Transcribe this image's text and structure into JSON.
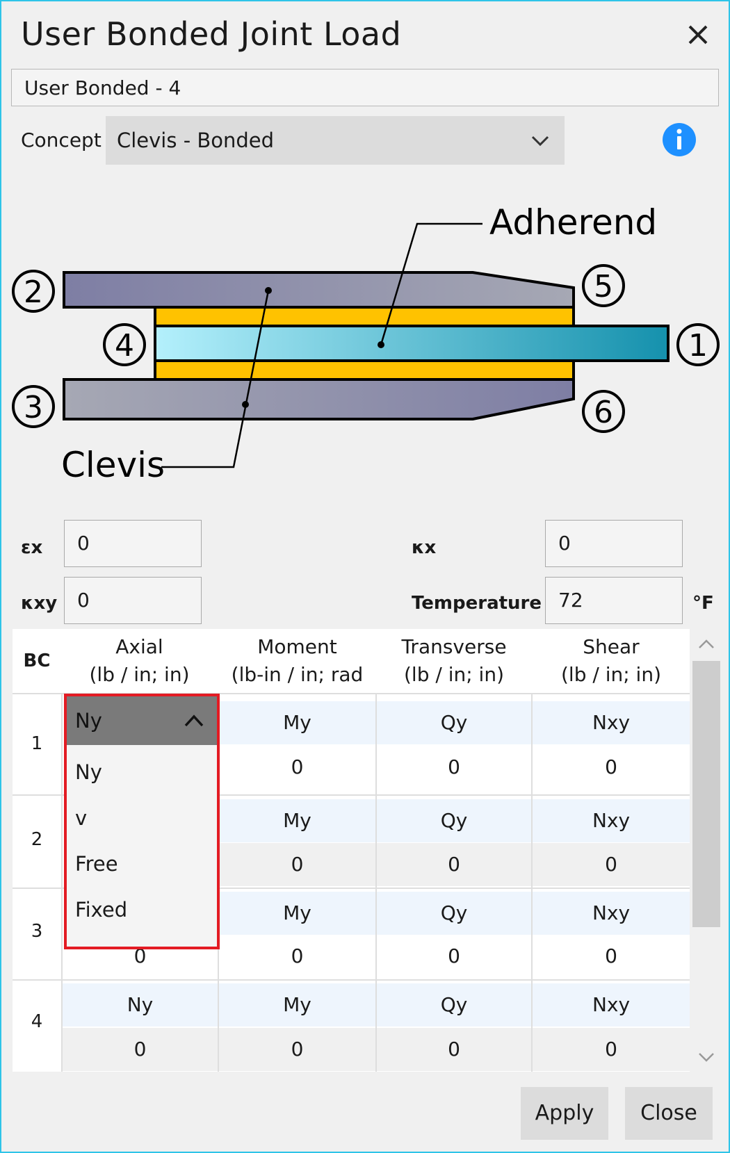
{
  "title": "User Bonded Joint Load",
  "name_value": "User Bonded - 4",
  "concept": {
    "label": "Concept",
    "value": "Clevis - Bonded"
  },
  "diagram": {
    "label_adherend": "Adherend",
    "label_clevis": "Clevis",
    "markers": [
      "1",
      "2",
      "3",
      "4",
      "5",
      "6"
    ]
  },
  "fields": {
    "ex_label": "εx",
    "ex_value": "0",
    "kx_label": "κx",
    "kx_value": "0",
    "kxy_label": "κxy",
    "kxy_value": "0",
    "temp_label": "Temperature",
    "temp_value": "72",
    "temp_unit": "°F"
  },
  "grid": {
    "headers": [
      {
        "key": "bc",
        "line1": "BC",
        "line2": ""
      },
      {
        "key": "axial",
        "line1": "Axial",
        "line2": "(lb / in; in)"
      },
      {
        "key": "moment",
        "line1": "Moment",
        "line2": "(lb-in / in; rad"
      },
      {
        "key": "transverse",
        "line1": "Transverse",
        "line2": "(lb / in; in)"
      },
      {
        "key": "shear",
        "line1": "Shear",
        "line2": "(lb / in; in)"
      }
    ],
    "rows": [
      {
        "bc": "1",
        "axial": "Ny",
        "axial_val": "",
        "moment": "My",
        "moment_val": "0",
        "transverse": "Qy",
        "transverse_val": "0",
        "shear": "Nxy",
        "shear_val": "0"
      },
      {
        "bc": "2",
        "axial": "",
        "axial_val": "",
        "moment": "My",
        "moment_val": "0",
        "transverse": "Qy",
        "transverse_val": "0",
        "shear": "Nxy",
        "shear_val": "0"
      },
      {
        "bc": "3",
        "axial": "",
        "axial_val": "0",
        "moment": "My",
        "moment_val": "0",
        "transverse": "Qy",
        "transverse_val": "0",
        "shear": "Nxy",
        "shear_val": "0"
      },
      {
        "bc": "4",
        "axial": "Ny",
        "axial_val": "0",
        "moment": "My",
        "moment_val": "0",
        "transverse": "Qy",
        "transverse_val": "0",
        "shear": "Nxy",
        "shear_val": "0"
      }
    ]
  },
  "dropdown": {
    "selected": "Ny",
    "options": [
      "Ny",
      "v",
      "Free",
      "Fixed"
    ]
  },
  "buttons": {
    "apply": "Apply",
    "close": "Close"
  },
  "colors": {
    "accent_border": "#2ec4e8",
    "highlight": "#e31b23",
    "info": "#1e90ff"
  }
}
